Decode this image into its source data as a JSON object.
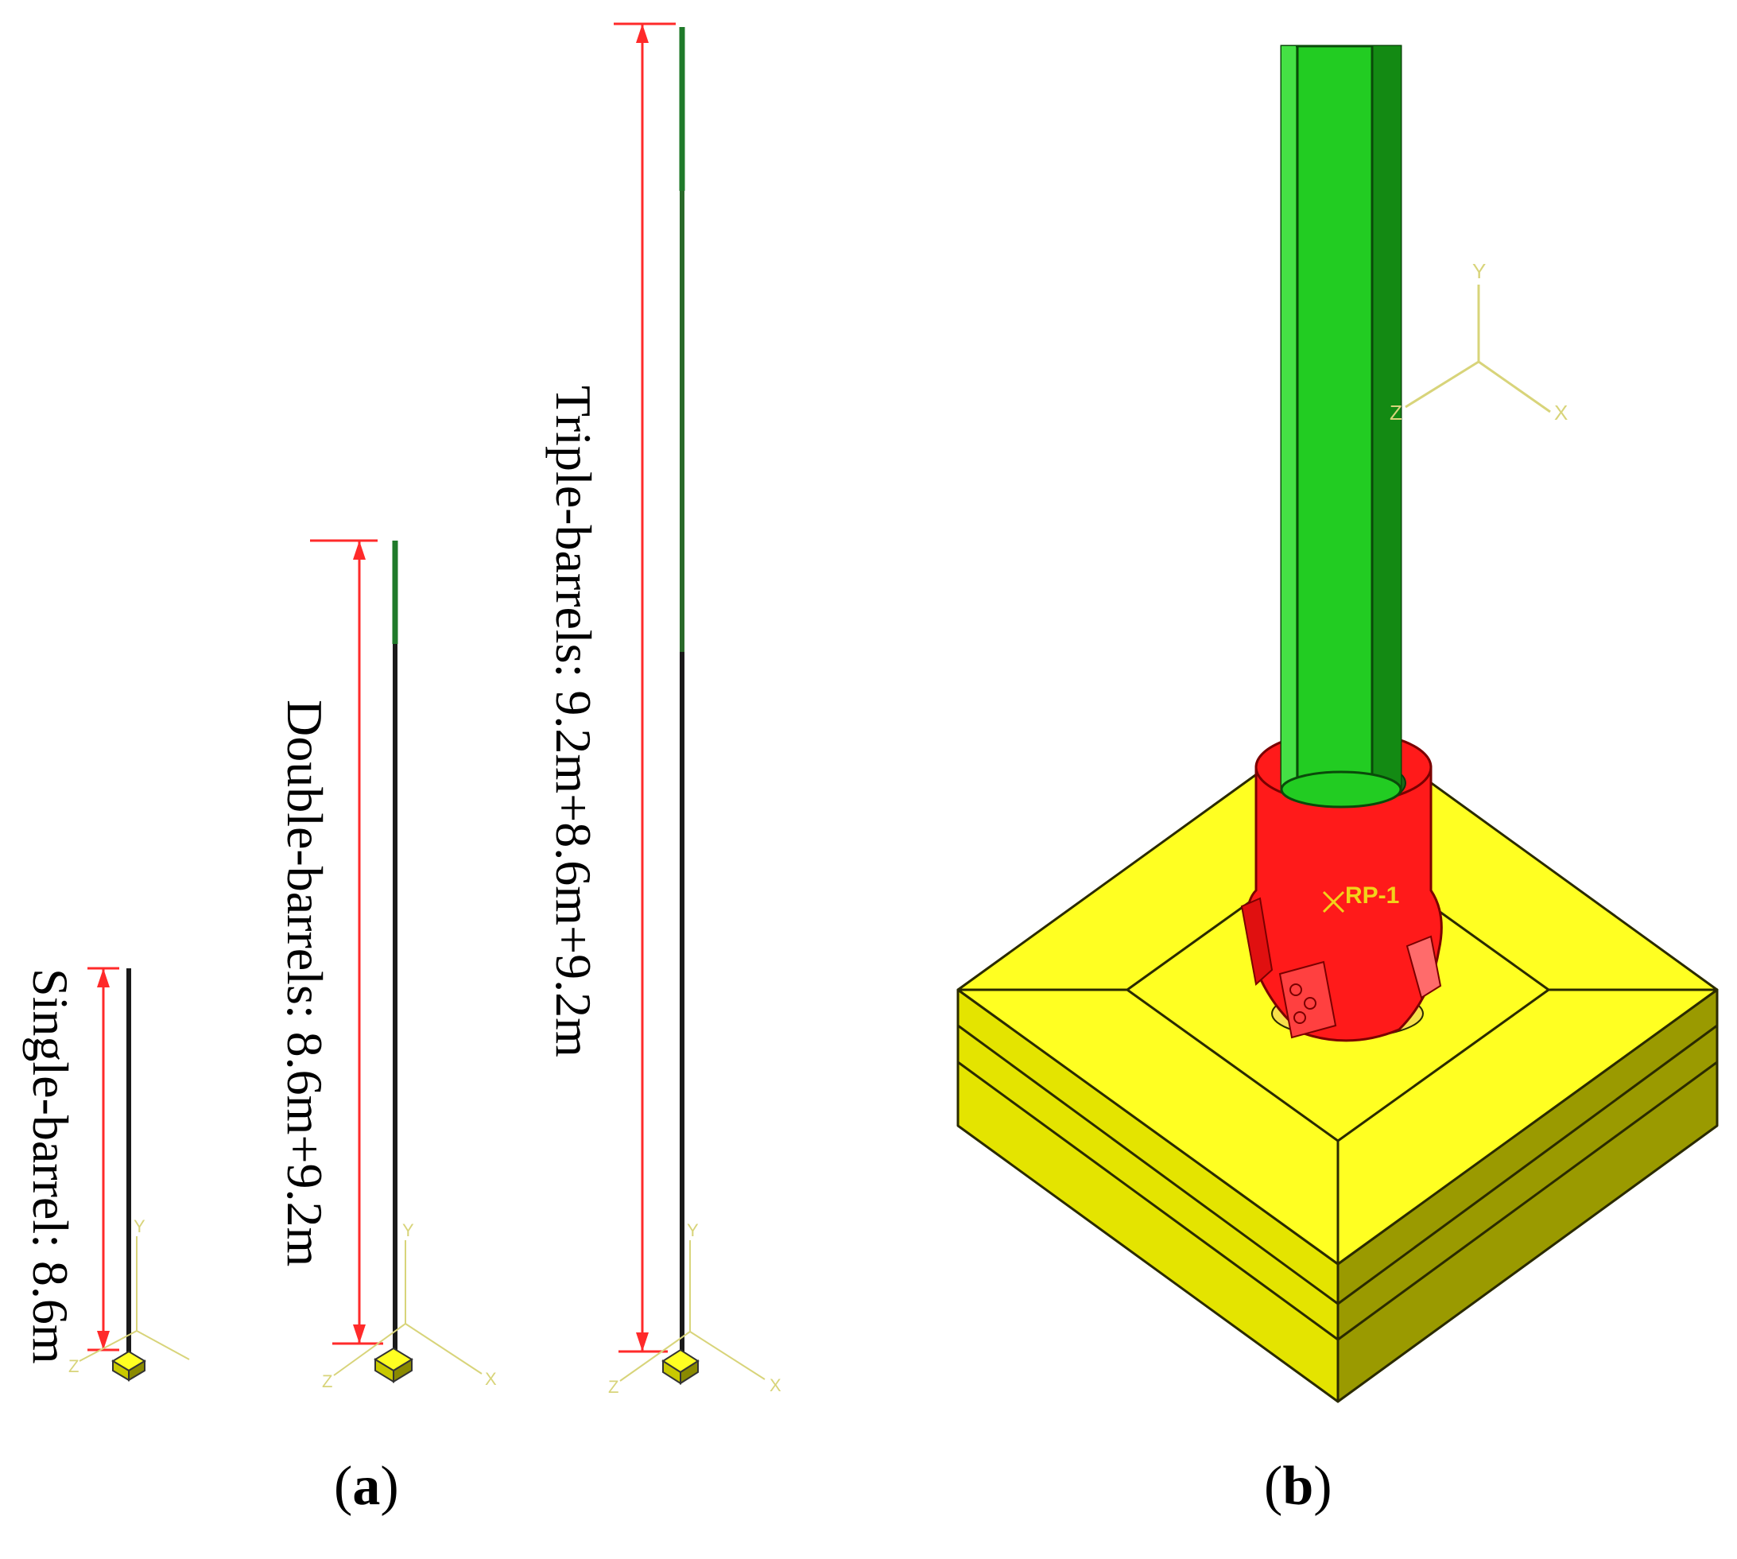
{
  "panels": {
    "a": {
      "open": "(",
      "letter": "a",
      "close": ")"
    },
    "b": {
      "open": "(",
      "letter": "b",
      "close": ")"
    }
  },
  "models": [
    {
      "label": "Single-barrel:  8.6m",
      "segments": [
        "8.6m"
      ]
    },
    {
      "label": "Double-barrels:  8.6m+9.2m",
      "segments": [
        "8.6m",
        "9.2m"
      ]
    },
    {
      "label": "Triple-barrels:  9.2m+8.6m+9.2m",
      "segments": [
        "9.2m",
        "8.6m",
        "9.2m"
      ]
    }
  ],
  "axes": {
    "x": "X",
    "y": "Y",
    "z": "Z"
  },
  "reference_point": "RP-1",
  "colors": {
    "dimension": "#ff2a2a",
    "barrel": "#1a1a1a",
    "barrel_top": "#1f7a2a",
    "pipe": "#22cc22",
    "pipe_dark": "#138a13",
    "bit": "#ff1a1a",
    "block_top": "#ffff22",
    "block_side_left": "#e4e400",
    "block_side_right": "#9a9a00",
    "axis": "#d8d47a"
  }
}
